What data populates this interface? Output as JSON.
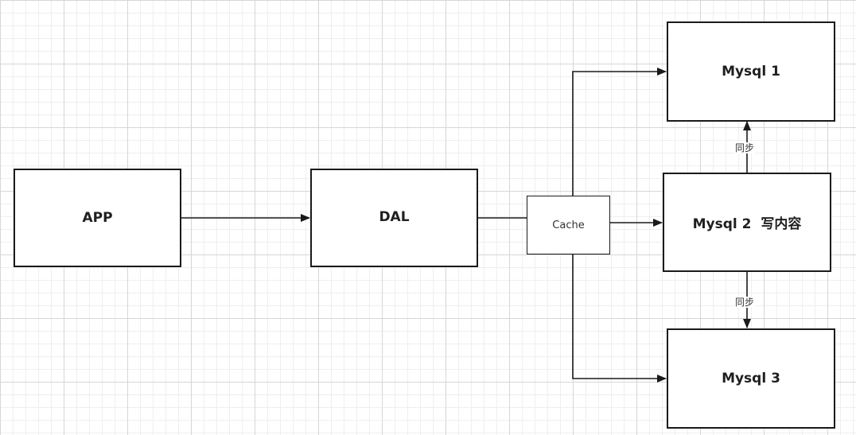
{
  "nodes": {
    "app": "APP",
    "dal": "DAL",
    "cache": "Cache",
    "mysql1": "Mysql 1",
    "mysql2": "Mysql 2  写内容",
    "mysql3": "Mysql 3"
  },
  "edge_labels": {
    "sync_up": "同步",
    "sync_down": "同步"
  },
  "colors": {
    "stroke": "#1a1a1a",
    "background": "#ffffff"
  }
}
